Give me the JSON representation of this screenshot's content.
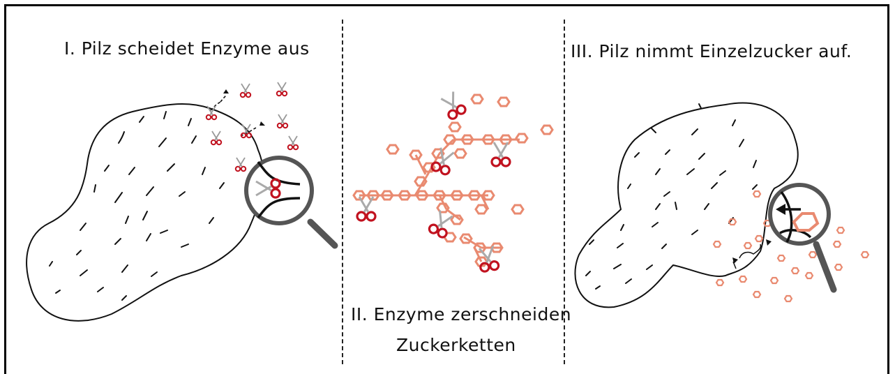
{
  "panels": [
    {
      "id": "panel-1",
      "caption": "I. Pilz scheidet Enzyme aus"
    },
    {
      "id": "panel-2",
      "caption_line1": "II. Enzyme zerschneiden",
      "caption_line2": "Zuckerketten"
    },
    {
      "id": "panel-3",
      "caption": "III. Pilz nimmt Einzelzucker auf."
    }
  ],
  "colors": {
    "outline": "#111111",
    "enzyme_red": "#c1121f",
    "sugar_salmon": "#e98a70",
    "lens_gray": "#555555",
    "scissor_blade": "#b8b8b8"
  },
  "icons": [
    "fungus-cell-outline",
    "scissors-enzyme-icon",
    "sugar-hexagon-icon",
    "magnifying-glass-icon",
    "arrow-icon"
  ]
}
